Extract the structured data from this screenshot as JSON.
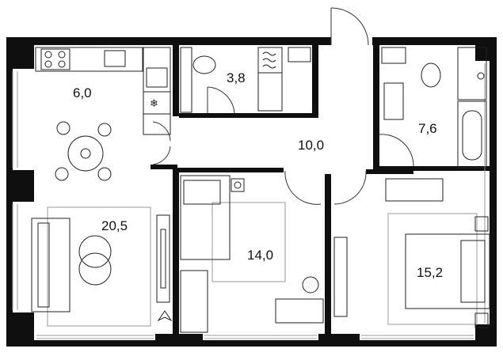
{
  "plan": {
    "rooms": [
      {
        "id": "kitchen",
        "area": "6,0"
      },
      {
        "id": "wc",
        "area": "3,8"
      },
      {
        "id": "hall",
        "area": "10,0"
      },
      {
        "id": "bathroom",
        "area": "7,6"
      },
      {
        "id": "living",
        "area": "20,5"
      },
      {
        "id": "bedroom-1",
        "area": "14,0"
      },
      {
        "id": "bedroom-2",
        "area": "15,2"
      }
    ],
    "colors": {
      "wall": "#0f0f0f",
      "line": "#222222",
      "light_line": "#9a9a9a",
      "background": "#ffffff"
    }
  }
}
